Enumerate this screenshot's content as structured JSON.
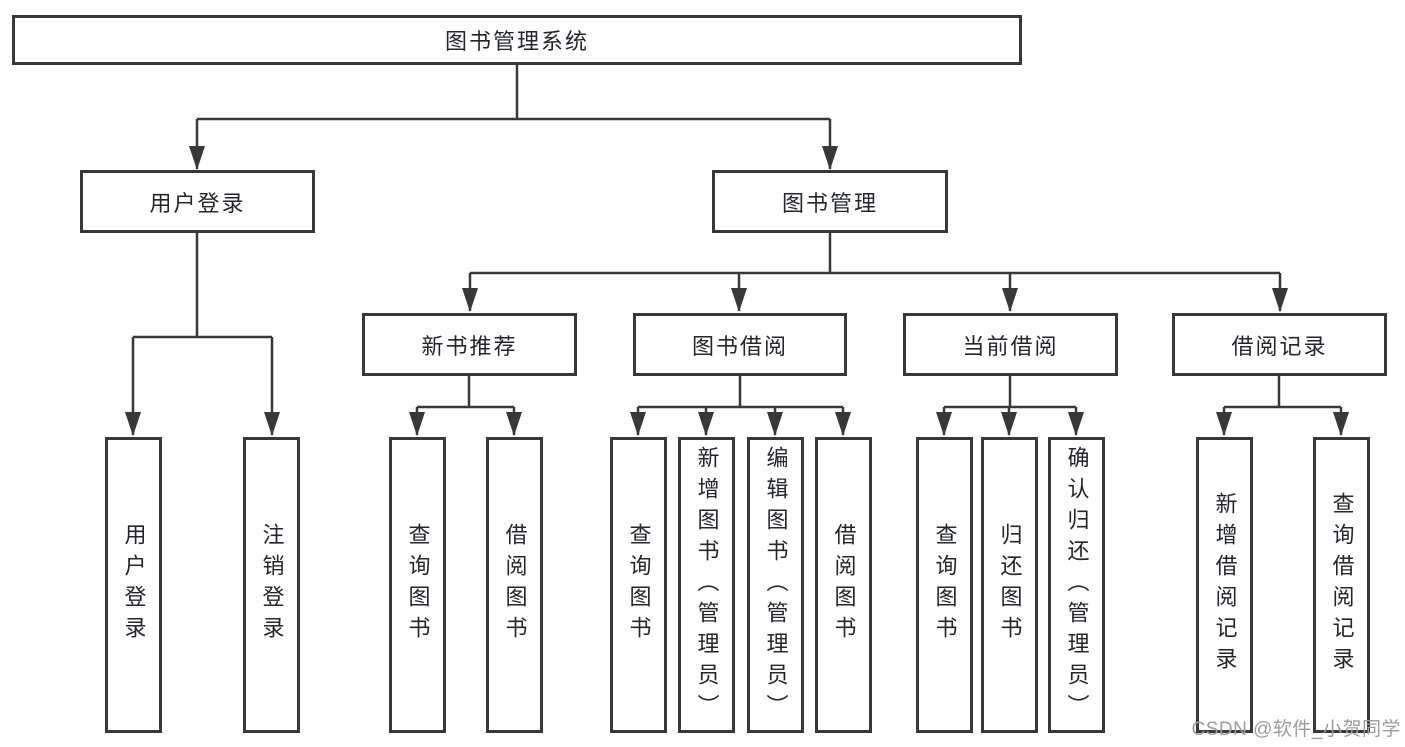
{
  "diagram": {
    "root": {
      "label": "图书管理系统"
    },
    "login": {
      "label": "用户登录",
      "children": [
        "用户登录",
        "注销登录"
      ]
    },
    "manage": {
      "label": "图书管理",
      "groups": [
        {
          "label": "新书推荐",
          "children": [
            "查询图书",
            "借阅图书"
          ]
        },
        {
          "label": "图书借阅",
          "children": [
            "查询图书",
            "新增图书（管理员）",
            "编辑图书（管理员）",
            "借阅图书"
          ]
        },
        {
          "label": "当前借阅",
          "children": [
            "查询图书",
            "归还图书",
            "确认归还（管理员）"
          ]
        },
        {
          "label": "借阅记录",
          "children": [
            "新增借阅记录",
            "查询借阅记录"
          ]
        }
      ]
    }
  },
  "watermark": "CSDN @软件_小贺同学",
  "colors": {
    "line": "#383838",
    "text": "#23262b",
    "watermark": "#9c9c9c",
    "background": "#ffffff"
  }
}
